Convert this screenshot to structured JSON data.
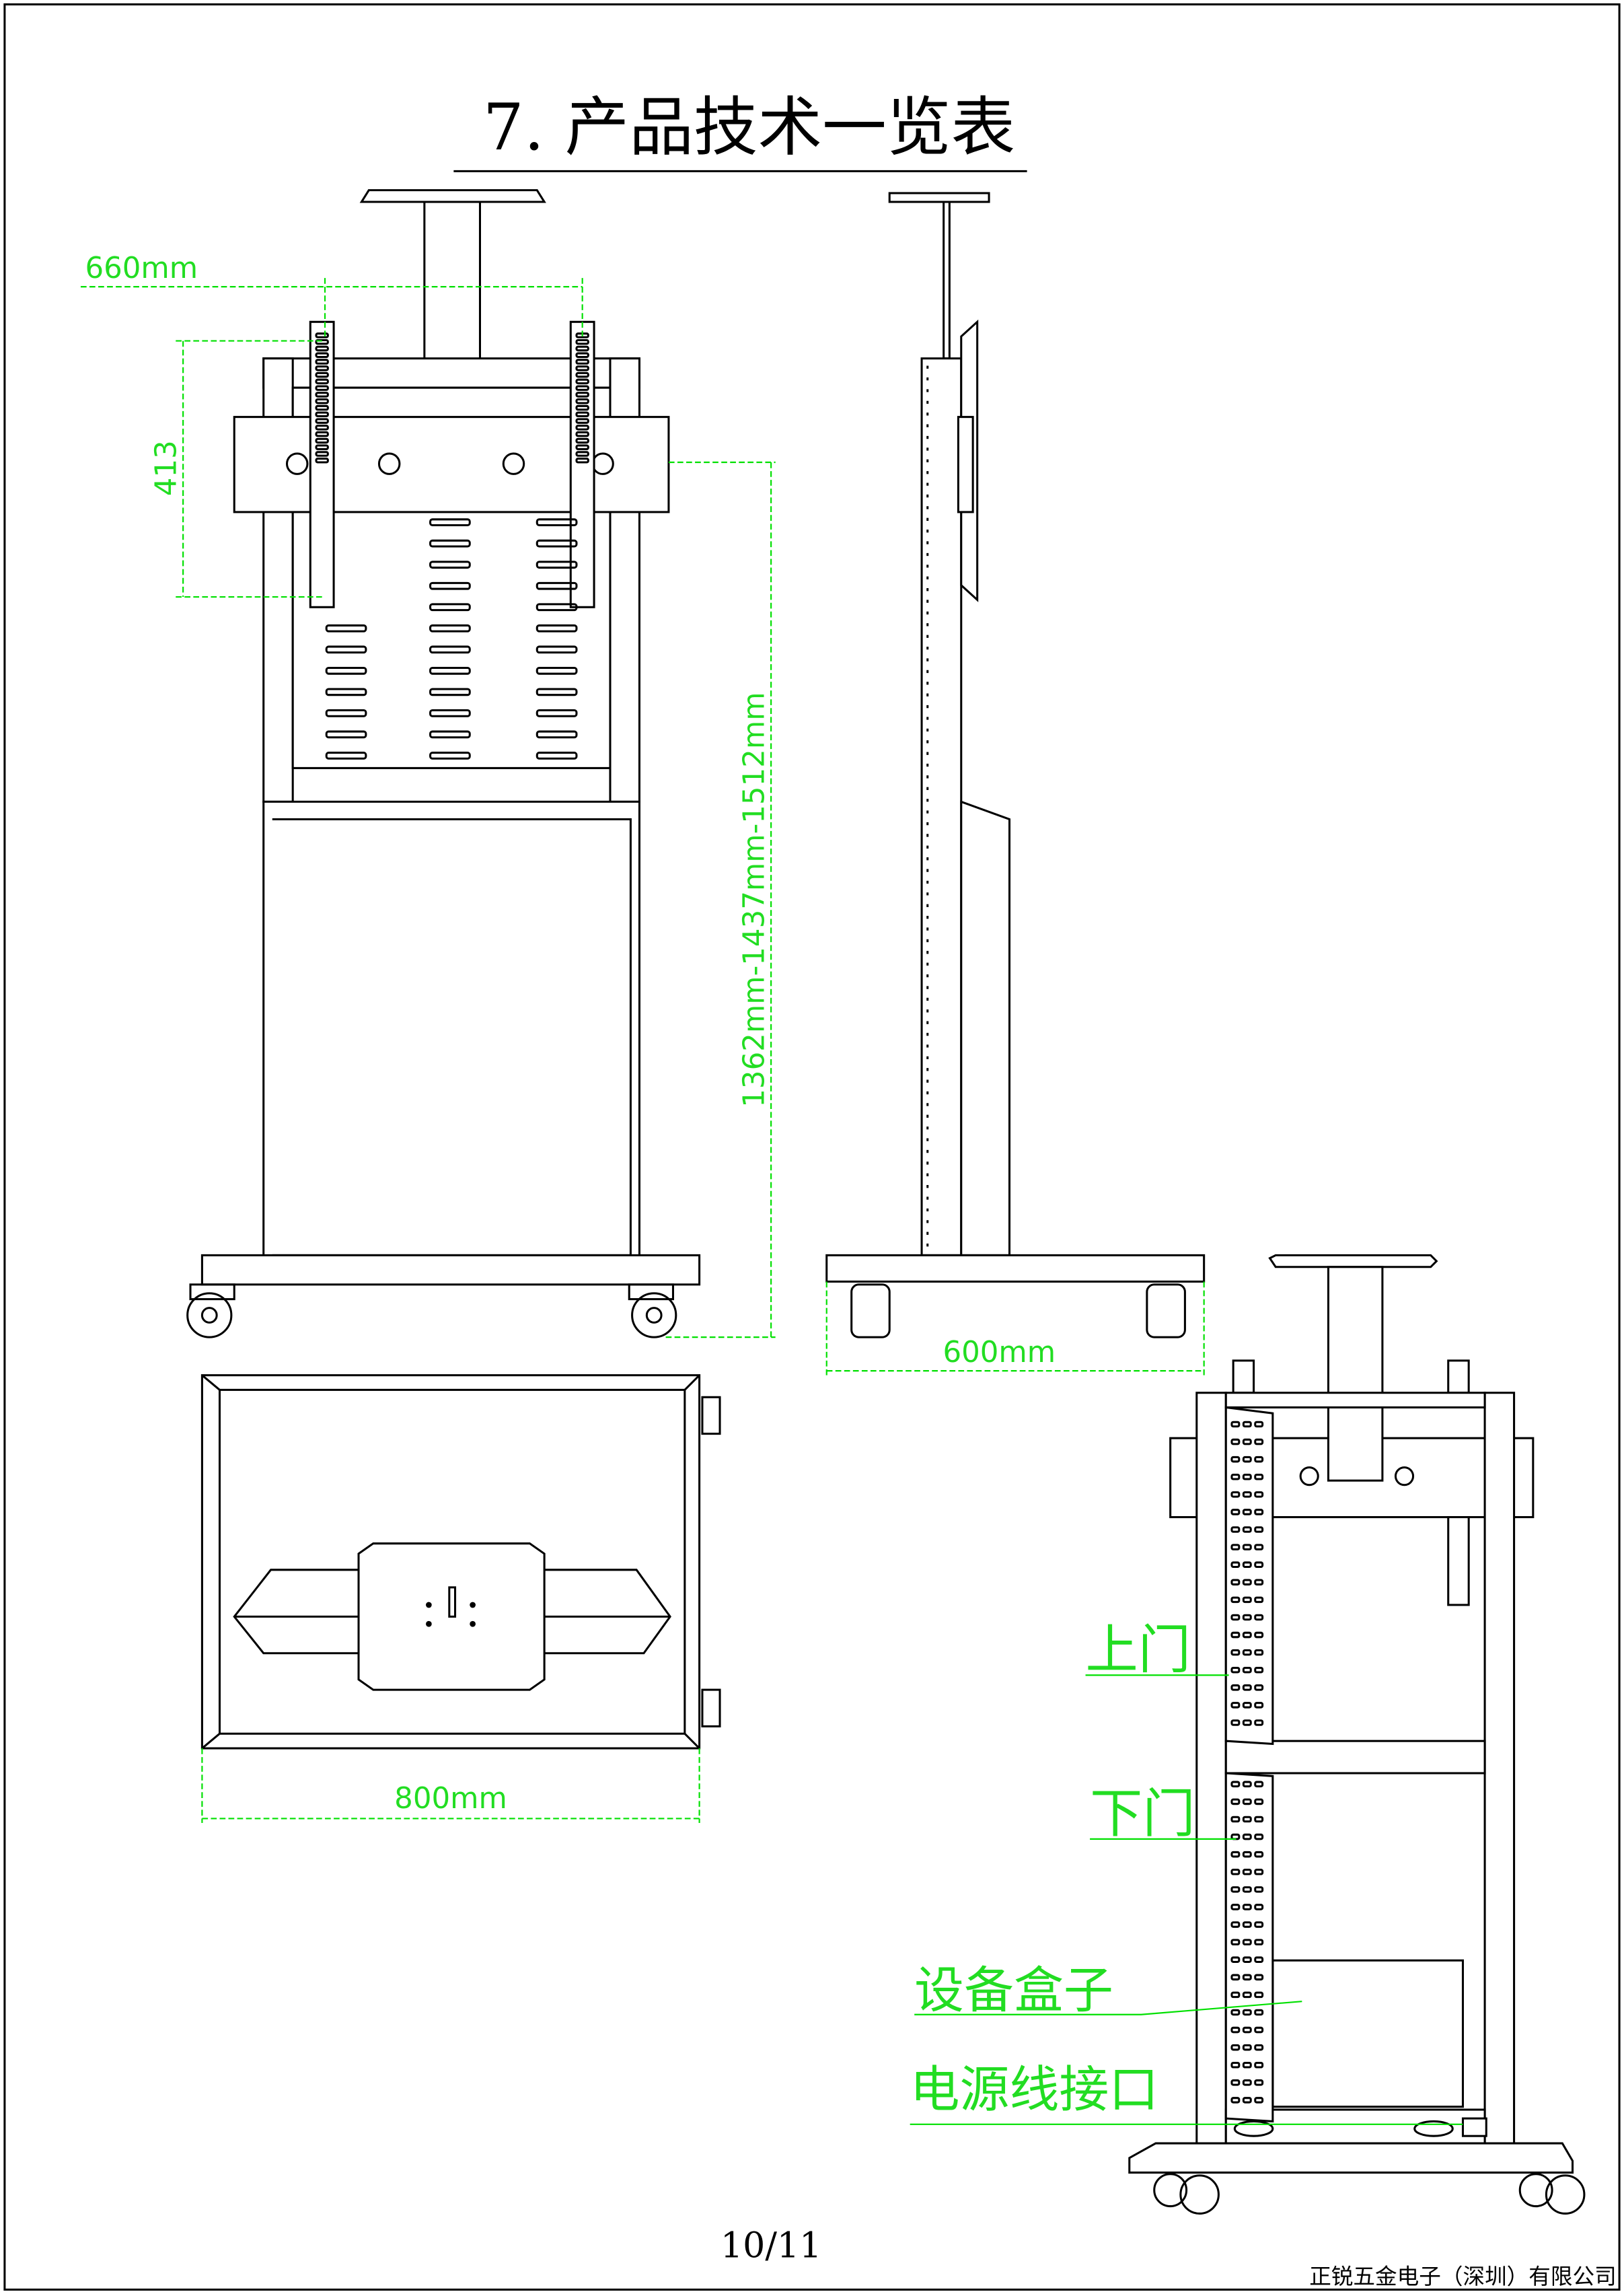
{
  "title": "7. 产品技术一览表",
  "dimensions": {
    "front_width": "660mm",
    "front_bracket_height": "413",
    "overall_height": "1362mm-1437mm-1512mm",
    "side_depth": "600mm",
    "top_width": "800mm"
  },
  "callouts": {
    "upper_door": "上门",
    "lower_door": "下门",
    "equipment_box": "设备盒子",
    "power_port": "电源线接口"
  },
  "page_number": "10/11",
  "footer_company": "正锐五金电子（深圳）有限公司",
  "colors": {
    "dimension": "#22dd22",
    "line": "#000000"
  }
}
